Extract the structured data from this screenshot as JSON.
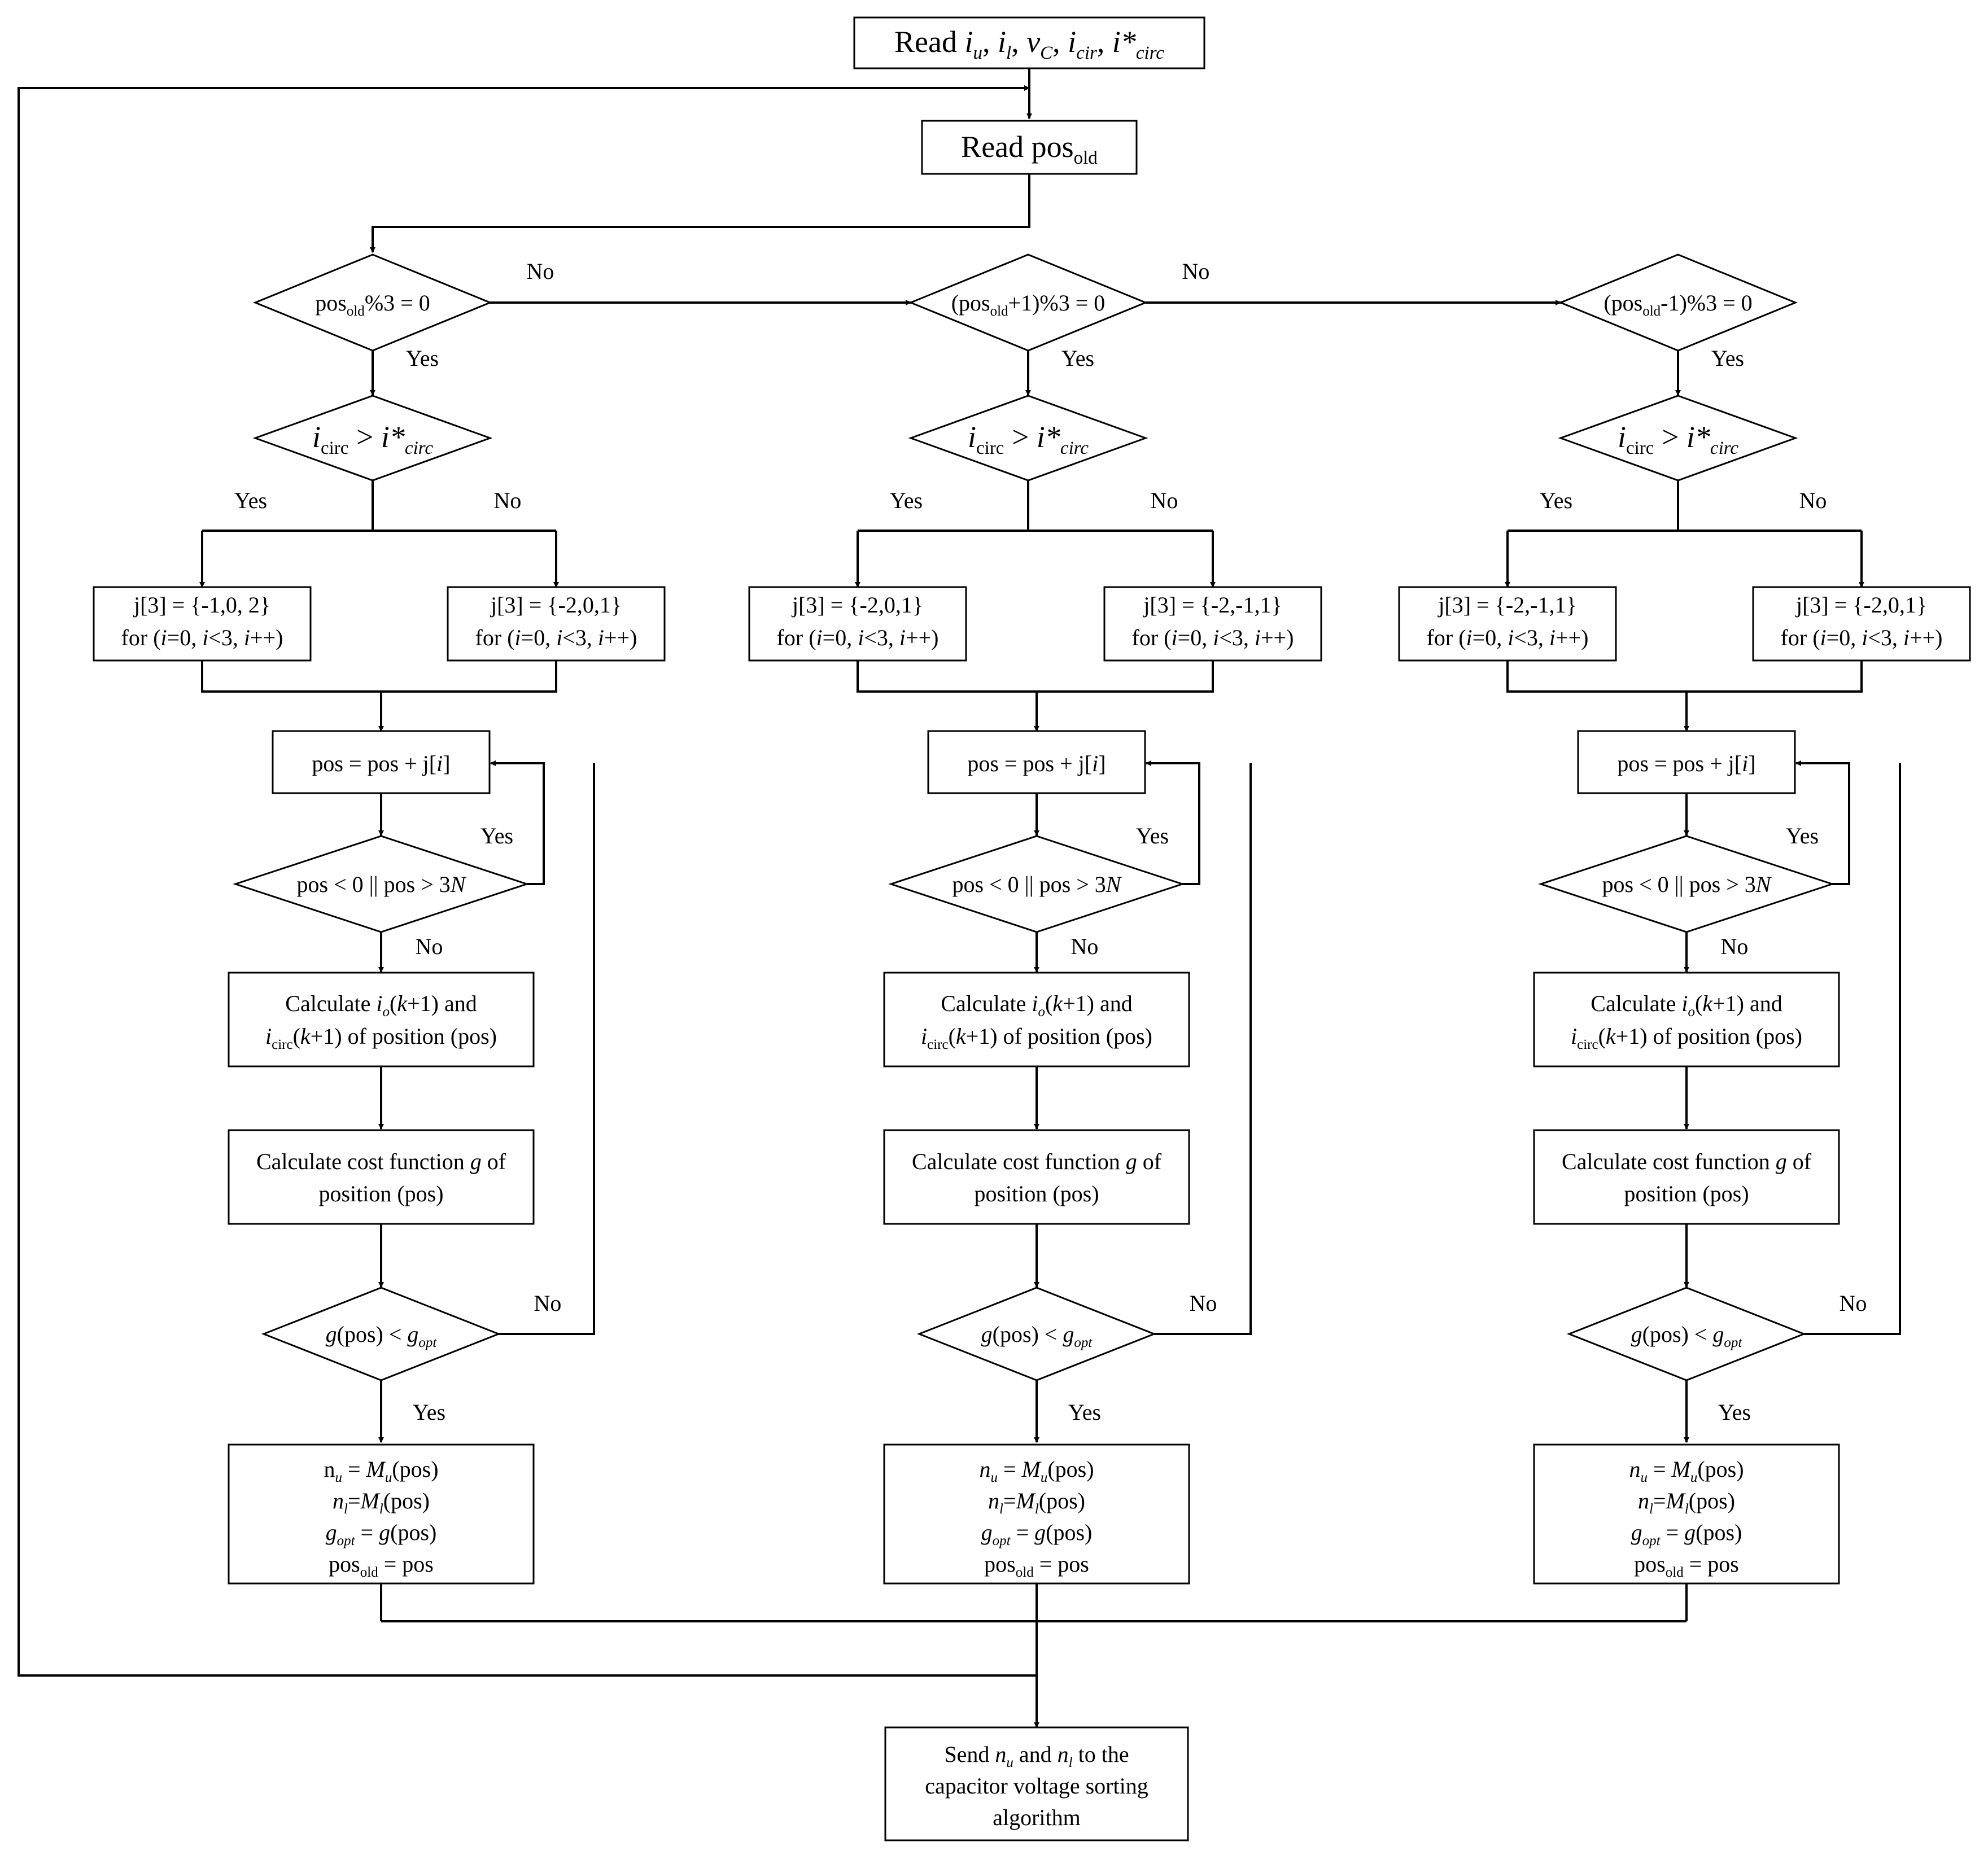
{
  "title": {
    "read_label": "Read",
    "vars": [
      {
        "base": "i",
        "sub": "u",
        "sep": ", "
      },
      {
        "base": "i",
        "sub": "l",
        "sep": ", "
      },
      {
        "base": "v",
        "sub": "C",
        "sep": ", "
      },
      {
        "base": "i",
        "sub": "cir",
        "sep": ", "
      },
      {
        "base": "i*",
        "sub": "circ",
        "sep": ""
      }
    ]
  },
  "read_pos": {
    "text": "Read pos",
    "sub": "old"
  },
  "send": {
    "lines": [
      {
        "t1": "Send ",
        "v1": "n",
        "s1": "u",
        "t2": " and ",
        "v2": "n",
        "s2": "l",
        "t3": " to the"
      },
      "capacitor voltage sorting",
      "algorithm"
    ]
  },
  "labels": {
    "yes": "Yes",
    "no": "No"
  },
  "branches": [
    {
      "condition": {
        "pre": "pos",
        "sub": "old",
        "post": "%3 = 0"
      },
      "compare": {
        "lhs": "i",
        "lhs_sub": "circ",
        "op": " > ",
        "rhs": "i*",
        "rhs_sub": "circ"
      },
      "yes_box": {
        "line1": "j[3] = {-1,0, 2}",
        "line2": "for (i=0, i<3, i++)"
      },
      "no_box": {
        "line1": "j[3] = {-2,0,1}",
        "line2": "for (i=0, i<3, i++)"
      },
      "update": "pos = pos + j[i]",
      "range_check": "pos < 0 || pos > 3N",
      "calc_io": {
        "line1": "Calculate io(k+1) and",
        "line2": "icirc(k+1) of position (pos)"
      },
      "calc_cost": {
        "line1": "Calculate cost function g of",
        "line2": "position (pos)"
      },
      "cost_compare": {
        "lhs": "g(pos)",
        "op": " < ",
        "rhs": "g",
        "rhs_sub": "opt"
      },
      "assign": {
        "line1": "nu = Mu(pos)",
        "line2": "nl=Ml(pos)",
        "line3": "gopt = g(pos)",
        "line4": "posold = pos"
      }
    },
    {
      "condition": {
        "pre": "(pos",
        "sub": "old",
        "post": "+1)%3 = 0"
      },
      "compare": {
        "lhs": "i",
        "lhs_sub": "circ",
        "op": " > ",
        "rhs": "i*",
        "rhs_sub": "circ"
      },
      "yes_box": {
        "line1": "j[3] = {-2,0,1}",
        "line2": "for (i=0, i<3, i++)"
      },
      "no_box": {
        "line1": "j[3] = {-2,-1,1}",
        "line2": "for (i=0, i<3, i++)"
      },
      "update": "pos = pos + j[i]",
      "range_check": "pos < 0 || pos > 3N",
      "calc_io": {
        "line1": "Calculate io(k+1) and",
        "line2": "icirc(k+1) of position (pos)"
      },
      "calc_cost": {
        "line1": "Calculate cost function g of",
        "line2": "position (pos)"
      },
      "cost_compare": {
        "lhs": "g(pos)",
        "op": " < ",
        "rhs": "g",
        "rhs_sub": "opt"
      },
      "assign": {
        "line1": "nu = Mu(pos)",
        "line2": "nl=Ml(pos)",
        "line3": "gopt = g(pos)",
        "line4": "posold = pos"
      }
    },
    {
      "condition": {
        "pre": "(pos",
        "sub": "old",
        "post": "-1)%3 = 0"
      },
      "compare": {
        "lhs": "i",
        "lhs_sub": "circ",
        "op": " > ",
        "rhs": "i*",
        "rhs_sub": "circ"
      },
      "yes_box": {
        "line1": "j[3] = {-2,-1,1}",
        "line2": "for (i=0, i<3, i++)"
      },
      "no_box": {
        "line1": "j[3] = {-2,0,1}",
        "line2": "for (i=0, i<3, i++)"
      },
      "update": "pos = pos + j[i]",
      "range_check": "pos < 0 || pos > 3N",
      "calc_io": {
        "line1": "Calculate io(k+1) and",
        "line2": "icirc(k+1) of position (pos)"
      },
      "calc_cost": {
        "line1": "Calculate cost function g of",
        "line2": "position (pos)"
      },
      "cost_compare": {
        "lhs": "g(pos)",
        "op": " < ",
        "rhs": "g",
        "rhs_sub": "opt"
      },
      "assign": {
        "line1": "nu = Mu(pos)",
        "line2": "nl=Ml(pos)",
        "line3": "gopt = g(pos)",
        "line4": "posold = pos"
      }
    }
  ]
}
